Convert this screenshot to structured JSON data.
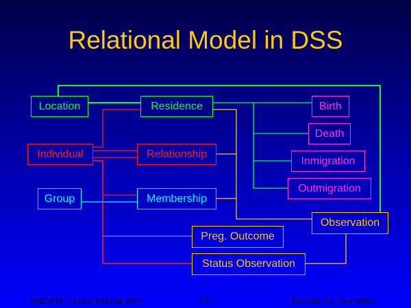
{
  "title": "Relational Model in DSS",
  "entities": {
    "location": "Location",
    "residence": "Residence",
    "individual": "Individual",
    "relationship": "Relationship",
    "group": "Group",
    "membership": "Membership",
    "birth": "Birth",
    "death": "Death",
    "inmigration": "Inmigration",
    "outmigration": "Outmigration",
    "observation": "Observation",
    "preg_outcome": "Preg. Outcome",
    "status_observation": "Status Observation"
  },
  "footer": {
    "left": "INDEPTH General Meeting 2000",
    "center": "7/21",
    "right": "Yazoumé Yé, Uwe Walser"
  },
  "colors": {
    "title": "#ffcc00",
    "green": "#00ff33",
    "red": "#ff1a1a",
    "cyan": "#00ffff",
    "magenta": "#ff33cc",
    "yellow": "#ffcc00"
  }
}
